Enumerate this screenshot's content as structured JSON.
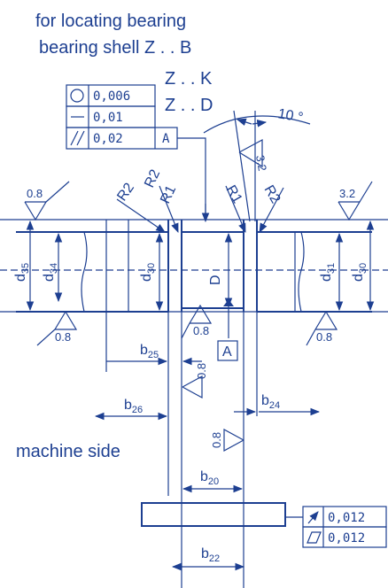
{
  "colors": {
    "ink": "#1d3f91",
    "background": "#ffffff"
  },
  "header": {
    "line1": "for locating bearing",
    "line2": "bearing shell Z . . B",
    "line3": "Z . . K",
    "line4": "Z . . D"
  },
  "tolerance_frame_left": {
    "rows": [
      {
        "symbol": "circle",
        "value": "0,006"
      },
      {
        "symbol": "dash",
        "value": "0,01"
      },
      {
        "symbol": "parallel",
        "value": "0,02",
        "datum": "A"
      }
    ]
  },
  "tolerance_frame_right": {
    "rows": [
      {
        "symbol": "runout-arrow",
        "value": "0,012"
      },
      {
        "symbol": "flatness-parallelogram",
        "value": "0,012"
      }
    ]
  },
  "angle": {
    "text": "10 °"
  },
  "surface_marks": {
    "top_left": "0.8",
    "top_right": "3.2",
    "angled": "3.2",
    "bottom_left": "0.8",
    "bottom_mid": "0.8",
    "bottom_right": "0.8",
    "lower_a": "0.8",
    "lower_b": "0.8"
  },
  "radii": {
    "r2_left": "R2",
    "r2_upper": "R2",
    "r1_left": "R1",
    "r1_right": "R1",
    "r2_right": "R2"
  },
  "diameters": {
    "d35": "d35",
    "d34": "d34",
    "d30_left": "d30",
    "D": "D",
    "d31": "d31",
    "d30_right": "d30"
  },
  "datum_label": "A",
  "widths": {
    "b25": "b25",
    "b26": "b26",
    "b24": "b24",
    "b20": "b20",
    "b22": "b22"
  },
  "side_label": "machine side"
}
